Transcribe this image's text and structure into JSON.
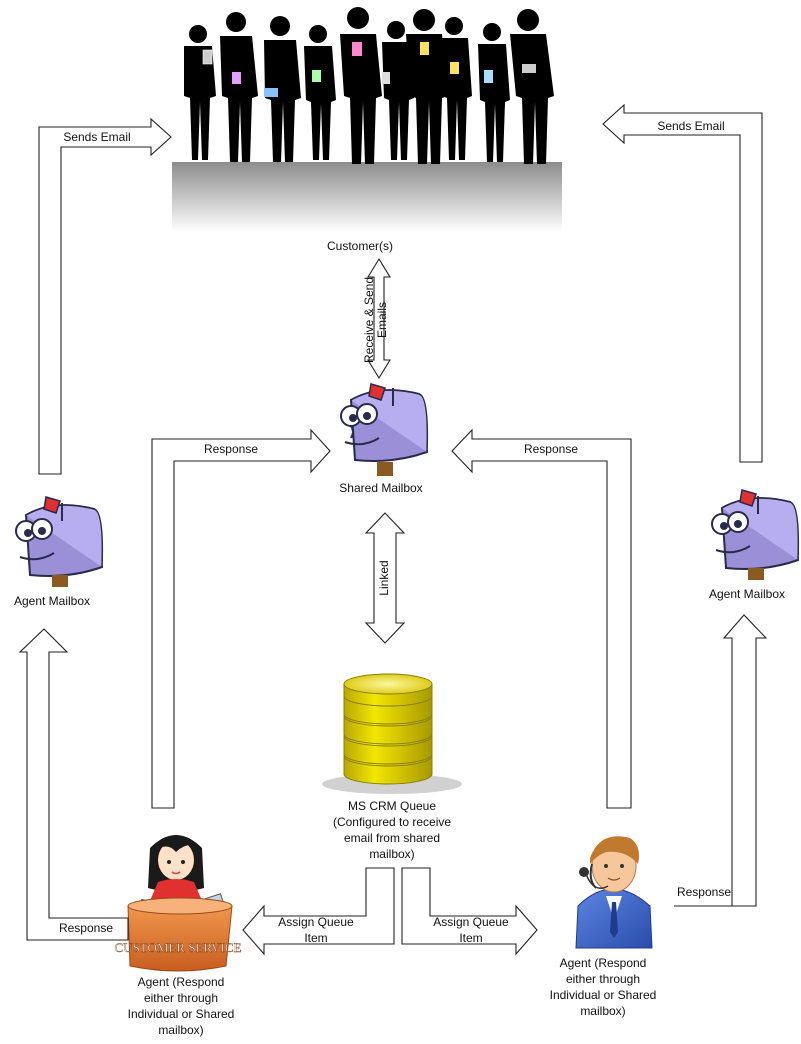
{
  "nodes": {
    "customers": "Customer(s)",
    "shared_mailbox": "Shared Mailbox",
    "agent_mailbox_left": "Agent Mailbox",
    "agent_mailbox_right": "Agent Mailbox",
    "queue": "MS CRM Queue (Configured to receive email from shared mailbox)",
    "agent_left": "Agent (Respond either through Individual or Shared mailbox)",
    "agent_right": "Agent (Respond either through Individual or Shared mailbox)",
    "desk_sign": "CUSTOMER SERVICE"
  },
  "edges": {
    "sends_email_left": "Sends Email",
    "sends_email_right": "Sends Email",
    "receive_send_line1": "Receive & Send",
    "receive_send_line2": "Emails",
    "linked": "Linked",
    "response_left_to_shared": "Response",
    "response_right_to_shared": "Response",
    "response_left_agent": "Response",
    "response_right_agent": "Response",
    "assign_left": "Assign Queue Item",
    "assign_right": "Assign Queue Item"
  },
  "colors": {
    "arrow_stroke": "#222222",
    "arrow_fill": "#ffffff",
    "mailbox_body": "#9b8fd8",
    "mailbox_flag": "#e03030",
    "queue_gold": "#e8d800",
    "desk_orange": "#e87a30",
    "agent_shirt": "#3a64c8"
  }
}
